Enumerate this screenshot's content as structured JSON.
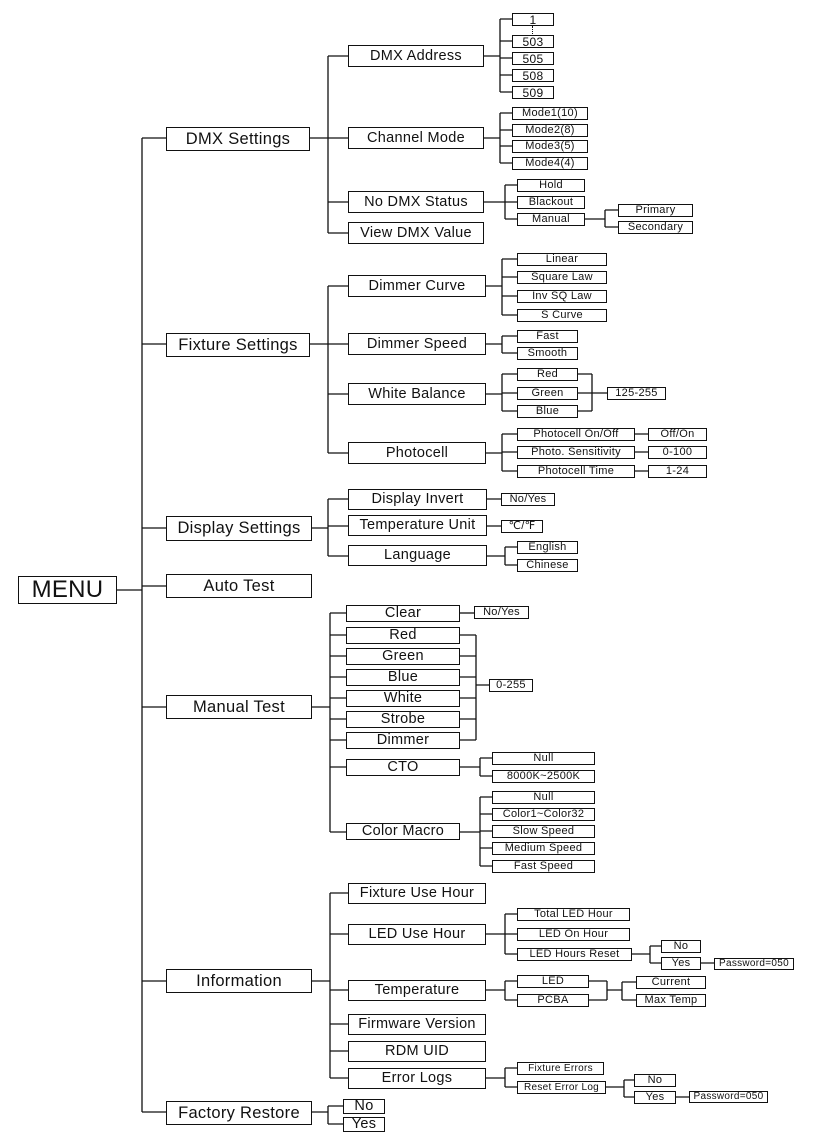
{
  "menu": {
    "root": "MENU",
    "dmx_settings": {
      "label": "DMX Settings",
      "dmx_address": {
        "label": "DMX Address",
        "options": [
          "1",
          "503",
          "505",
          "508",
          "509"
        ]
      },
      "channel_mode": {
        "label": "Channel Mode",
        "options": [
          "Mode1(10)",
          "Mode2(8)",
          "Mode3(5)",
          "Mode4(4)"
        ]
      },
      "no_dmx_status": {
        "label": "No DMX Status",
        "options": [
          "Hold",
          "Blackout",
          "Manual"
        ],
        "manual_options": [
          "Primary",
          "Secondary"
        ]
      },
      "view_dmx_value": {
        "label": "View DMX Value"
      }
    },
    "fixture_settings": {
      "label": "Fixture Settings",
      "dimmer_curve": {
        "label": "Dimmer Curve",
        "options": [
          "Linear",
          "Square Law",
          "Inv SQ Law",
          "S Curve"
        ]
      },
      "dimmer_speed": {
        "label": "Dimmer Speed",
        "options": [
          "Fast",
          "Smooth"
        ]
      },
      "white_balance": {
        "label": "White Balance",
        "options": [
          "Red",
          "Green",
          "Blue"
        ],
        "range": "125-255"
      },
      "photocell": {
        "label": "Photocell",
        "items": [
          {
            "label": "Photocell On/Off",
            "value": "Off/On"
          },
          {
            "label": "Photo. Sensitivity",
            "value": "0-100"
          },
          {
            "label": "Photocell Time",
            "value": "1-24"
          }
        ]
      }
    },
    "display_settings": {
      "label": "Display Settings",
      "display_invert": {
        "label": "Display Invert",
        "value": "No/Yes"
      },
      "temperature_unit": {
        "label": "Temperature Unit",
        "value": "℃/℉"
      },
      "language": {
        "label": "Language",
        "options": [
          "English",
          "Chinese"
        ]
      }
    },
    "auto_test": {
      "label": "Auto Test"
    },
    "manual_test": {
      "label": "Manual Test",
      "clear": {
        "label": "Clear",
        "value": "No/Yes"
      },
      "channels": [
        "Red",
        "Green",
        "Blue",
        "White",
        "Strobe",
        "Dimmer"
      ],
      "channel_range": "0-255",
      "cto": {
        "label": "CTO",
        "options": [
          "Null",
          "8000K~2500K"
        ]
      },
      "color_macro": {
        "label": "Color Macro",
        "options": [
          "Null",
          "Color1~Color32",
          "Slow Speed",
          "Medium Speed",
          "Fast Speed"
        ]
      }
    },
    "information": {
      "label": "Information",
      "fixture_use_hour": {
        "label": "Fixture Use Hour"
      },
      "led_use_hour": {
        "label": "LED Use Hour",
        "options": [
          "Total LED Hour",
          "LED On Hour",
          "LED Hours Reset"
        ],
        "reset_options": [
          "No",
          "Yes"
        ],
        "password": "Password=050"
      },
      "temperature": {
        "label": "Temperature",
        "options": [
          "LED",
          "PCBA"
        ],
        "sub_options": [
          "Current",
          "Max Temp"
        ]
      },
      "firmware_version": {
        "label": "Firmware Version"
      },
      "rdm_uid": {
        "label": "RDM UID"
      },
      "error_logs": {
        "label": "Error Logs",
        "options": [
          "Fixture Errors",
          "Reset Error Log"
        ],
        "reset_options": [
          "No",
          "Yes"
        ],
        "password": "Password=050"
      }
    },
    "factory_restore": {
      "label": "Factory Restore",
      "options": [
        "No",
        "Yes"
      ]
    }
  }
}
